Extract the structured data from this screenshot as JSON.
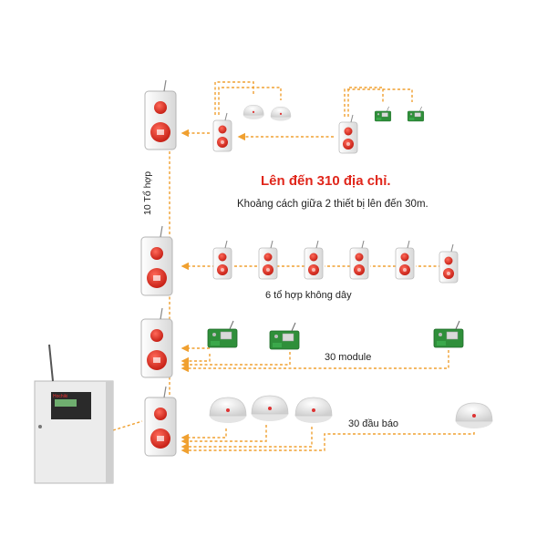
{
  "diagram": {
    "headline": "Lên đến 310 địa chỉ.",
    "subline": "Khoảng cách giữa 2 thiết bị lên đến 30m.",
    "labels": {
      "combo_count": "10 Tổ hợp",
      "wireless_combo": "6 tổ hợp không dây",
      "module": "30  module",
      "detector": "30 đầu báo"
    },
    "panel": {
      "brand": "Hochiki"
    }
  },
  "colors": {
    "arrow": "#f0a030",
    "alarm_red": "#e0261b",
    "device_white": "#f2f2f2",
    "pcb_green": "#2f8f3a"
  }
}
